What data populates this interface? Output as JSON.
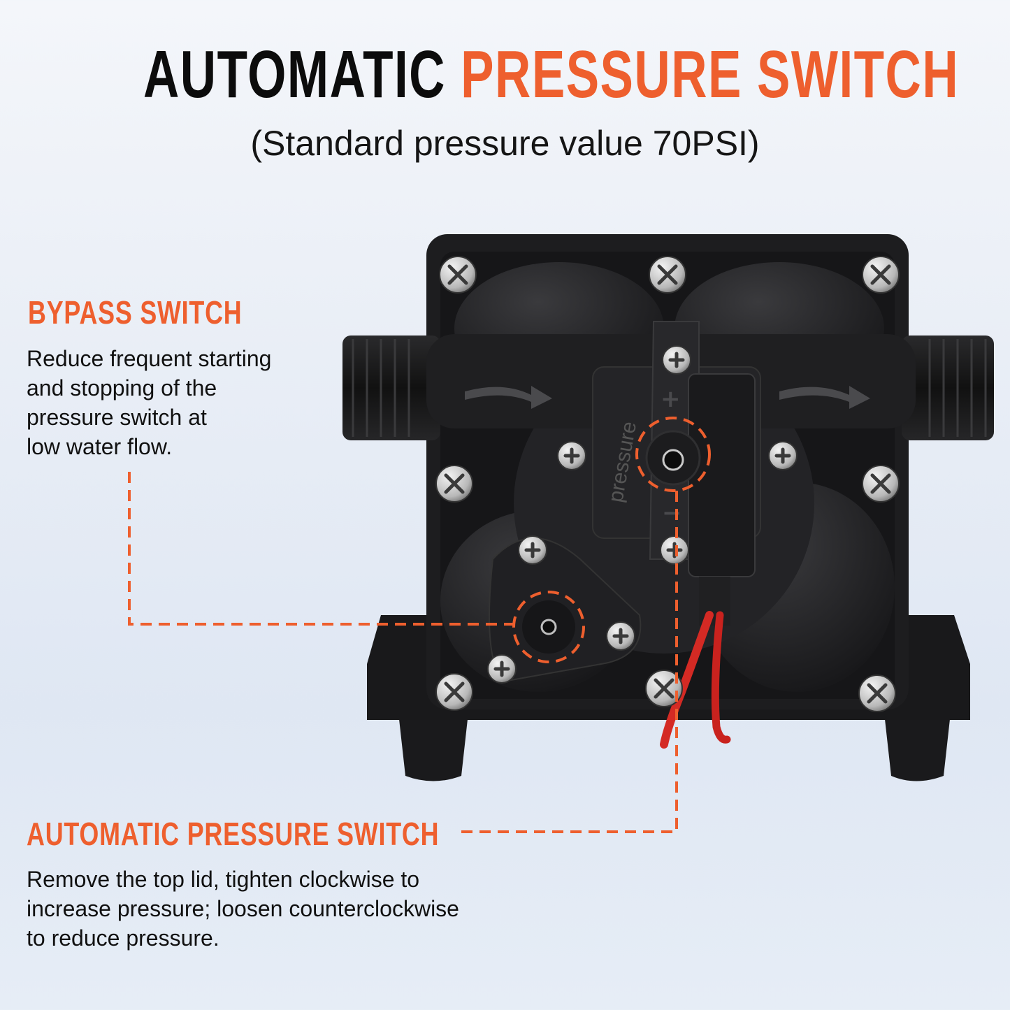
{
  "title": {
    "part1": "AUTOMATIC",
    "part2": "PRESSURE SWITCH"
  },
  "subtitle": "(Standard pressure value 70PSI)",
  "bypass": {
    "heading": "BYPASS SWITCH",
    "lines": [
      "Reduce frequent starting",
      "and stopping of the",
      "pressure switch at",
      "low water flow."
    ]
  },
  "pressure_switch": {
    "heading": "AUTOMATIC PRESSURE SWITCH",
    "lines": [
      "Remove the top lid, tighten clockwise to",
      "increase pressure; loosen counterclockwise",
      "to reduce pressure."
    ]
  },
  "pump_label": "pressure",
  "colors": {
    "accent": "#ee5f2e",
    "pump_body": "#1b1b1d",
    "wire": "#d42a24"
  }
}
